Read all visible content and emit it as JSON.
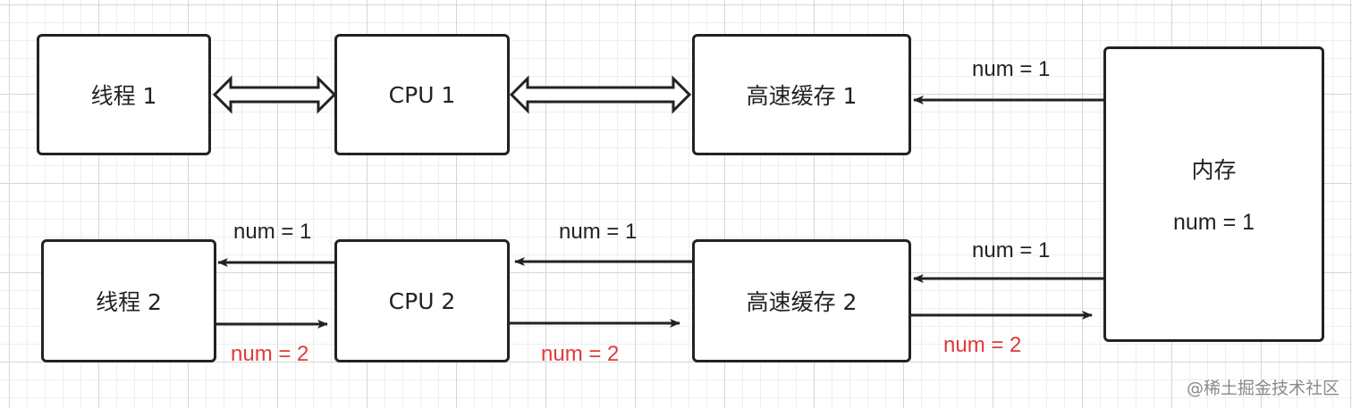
{
  "nodes": {
    "thread1": "线程 1",
    "cpu1": "CPU 1",
    "cache1": "高速缓存 1",
    "memory_title": "内存",
    "memory_value": "num = 1",
    "thread2": "线程 2",
    "cpu2": "CPU 2",
    "cache2": "高速缓存 2"
  },
  "edge_labels": {
    "mem_to_cache1": "num = 1",
    "mem_to_cache2": "num = 1",
    "cache2_to_cpu2": "num = 1",
    "cpu2_to_thread2": "num = 1",
    "thread2_to_cpu2": "num = 2",
    "cpu2_to_cache2": "num = 2",
    "cache2_to_mem": "num = 2"
  },
  "watermark": "@稀土掘金技术社区",
  "colors": {
    "stroke": "#222222",
    "write_value": "#e03a3a"
  }
}
